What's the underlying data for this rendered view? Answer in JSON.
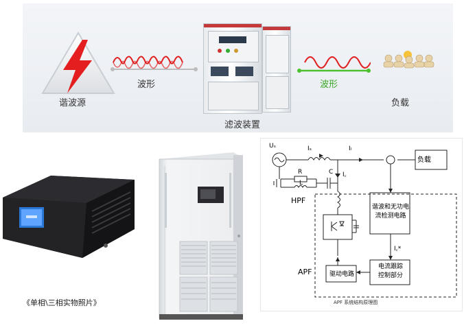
{
  "top_banner": {
    "source_label": "谐波源",
    "wave_left_label": "波形",
    "device_label": "滤波装置",
    "wave_right_label": "波形",
    "load_label": "负载"
  },
  "photo_caption": "《单相\\三相实物照片》",
  "schematic": {
    "us": "Uₛ",
    "is": "Iₛ",
    "il": "Iₗ",
    "ic": "I꜀",
    "r": "R",
    "l": "L",
    "c": "C",
    "hpf": "HPF",
    "apf": "APF",
    "load_box": "负载",
    "detect_box_line1": "谐波和无功电",
    "detect_box_line2": "流检测电路",
    "ref": "I꜀*",
    "track_box_line1": "电流跟踪",
    "track_box_line2": "控制部分",
    "drive_box": "驱动电路",
    "caption": "APF 系统结构原理图"
  },
  "colors": {
    "banner_bg": "#eceff3",
    "wave_red": "#e0201f",
    "wave_green": "#4cc02f",
    "arrow_red": "#d91f1f",
    "lightning": "#e41e1e"
  }
}
